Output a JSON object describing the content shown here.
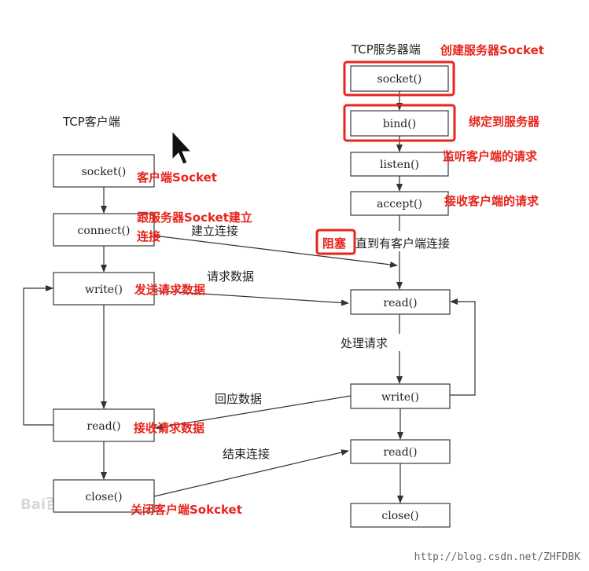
{
  "client": {
    "title": "TCP客户端",
    "boxes": {
      "socket": "socket()",
      "connect": "connect()",
      "write": "write()",
      "read": "read()",
      "close": "close()"
    }
  },
  "server": {
    "title": "TCP服务器端",
    "boxes": {
      "socket": "socket()",
      "bind": "bind()",
      "listen": "listen()",
      "accept": "accept()",
      "read": "read()",
      "write": "write()",
      "read2": "read()",
      "close": "close()"
    }
  },
  "labels": {
    "connect": "建立连接",
    "block_rest": "直到有客户端连接",
    "request": "请求数据",
    "process": "处理请求",
    "response": "回应数据",
    "end": "结束连接"
  },
  "annotations": {
    "server_socket": "创建服务器Socket",
    "bind": "绑定到服务器",
    "listen": "监听客户端的请求",
    "accept": "接收客户端的请求",
    "block": "阻塞",
    "client_socket": "客户端Socket",
    "connect_line1": "跟服务器Socket建立",
    "connect_line2": "连接",
    "send": "发送请求数据",
    "receive": "接收请求数据",
    "close": "关闭客户端Sokcket"
  },
  "watermark": "http://blog.csdn.net/ZHFDBK",
  "logo": "Bai百度",
  "colors": {
    "annotation": "#e8241c",
    "line": "#333333"
  },
  "icons": {
    "cursor": "mouse-pointer-icon"
  }
}
